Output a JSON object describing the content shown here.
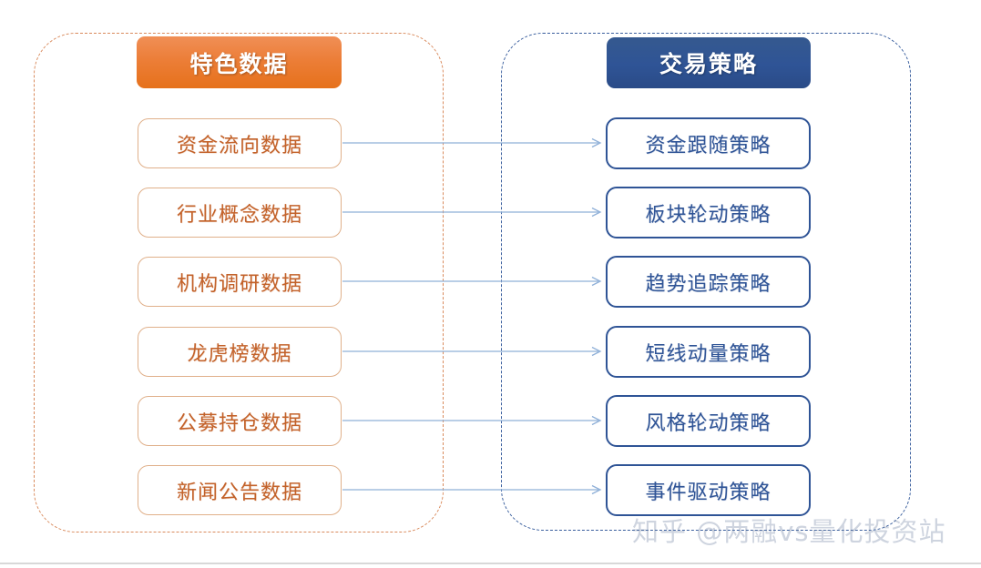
{
  "diagram": {
    "title_left": "特色数据",
    "title_right": "交易策略",
    "left_items": [
      {
        "label": "资金流向数据"
      },
      {
        "label": "行业概念数据"
      },
      {
        "label": "机构调研数据"
      },
      {
        "label": "龙虎榜数据"
      },
      {
        "label": "公募持仓数据"
      },
      {
        "label": "新闻公告数据"
      }
    ],
    "right_items": [
      {
        "label": "资金跟随策略"
      },
      {
        "label": "板块轮动策略"
      },
      {
        "label": "趋势追踪策略"
      },
      {
        "label": "短线动量策略"
      },
      {
        "label": "风格轮动策略"
      },
      {
        "label": "事件驱动策略"
      }
    ],
    "connectors": [
      {
        "from": "资金流向数据",
        "to": "资金跟随策略"
      },
      {
        "from": "行业概念数据",
        "to": "板块轮动策略"
      },
      {
        "from": "机构调研数据",
        "to": "趋势追踪策略"
      },
      {
        "from": "龙虎榜数据",
        "to": "短线动量策略"
      },
      {
        "from": "公募持仓数据",
        "to": "风格轮动策略"
      },
      {
        "from": "新闻公告数据",
        "to": "事件驱动策略"
      }
    ],
    "colors": {
      "left_header_fill": "#ec7e38",
      "right_header_fill": "#2f5496",
      "left_item_border": "#e0b08a",
      "left_item_text": "#c3622a",
      "right_item_border": "#2f5496",
      "right_item_text": "#2f5496",
      "left_group_border": "#d98a5c",
      "right_group_border": "#3a5f9e",
      "connector_line": "#8fb0d8",
      "background": "#ffffff"
    }
  },
  "watermark": {
    "text": "知乎 @两融vs量化投资站"
  }
}
